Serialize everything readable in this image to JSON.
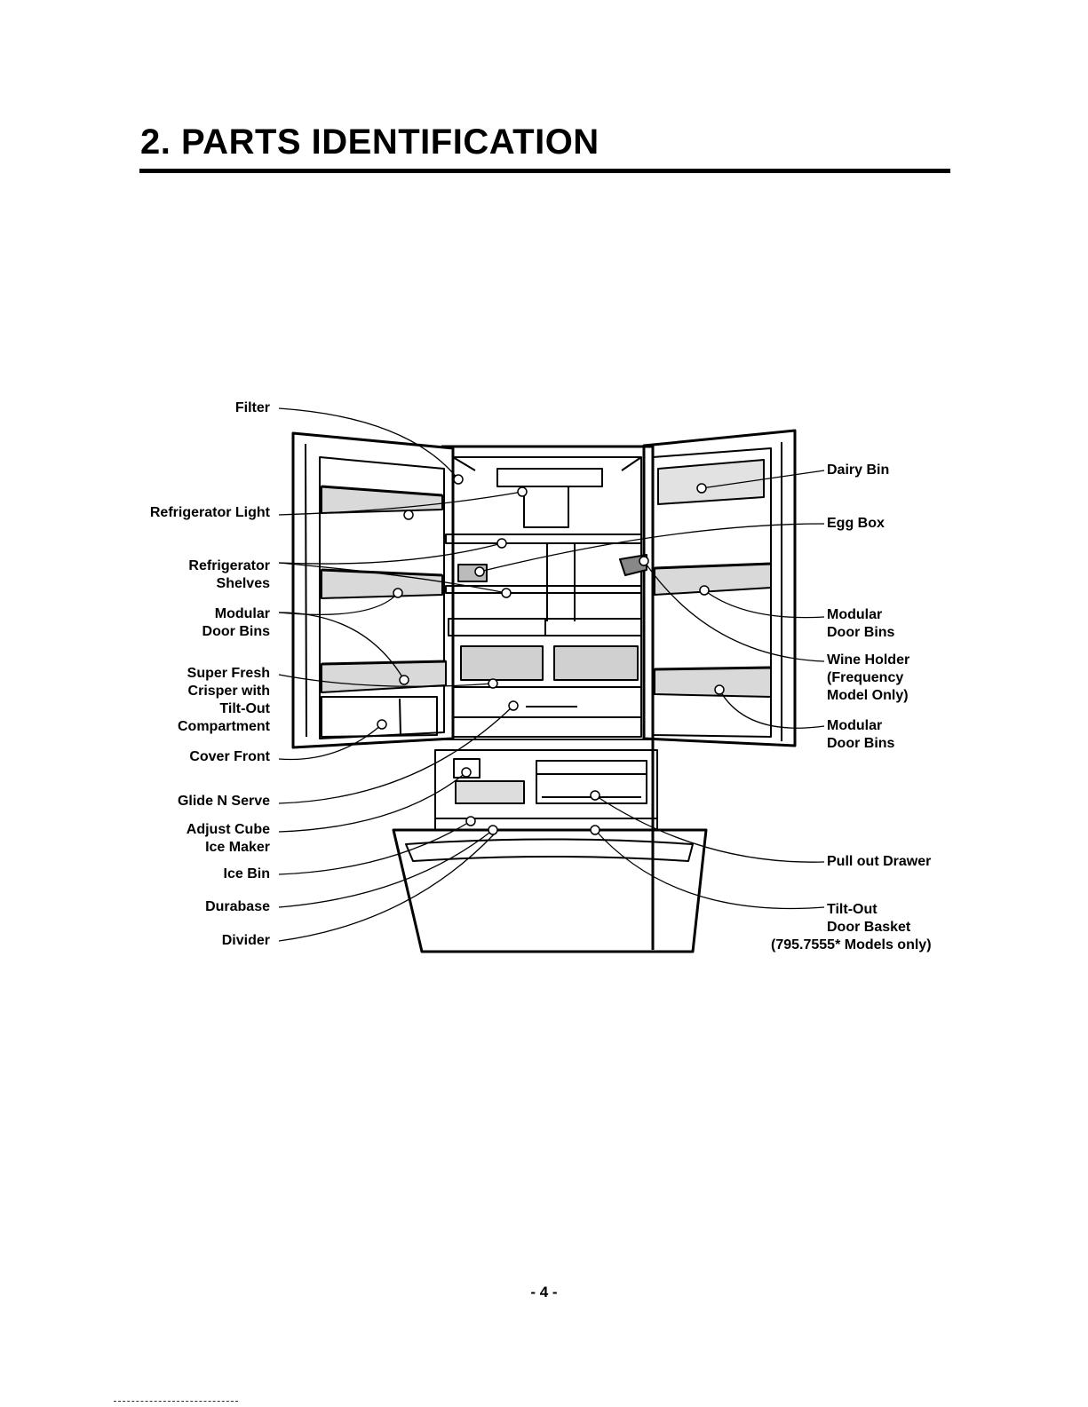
{
  "page": {
    "title": "2. PARTS IDENTIFICATION",
    "page_number": "- 4 -"
  },
  "labels_left": [
    {
      "id": "filter",
      "lines": [
        "Filter"
      ]
    },
    {
      "id": "refrigerator-light",
      "lines": [
        "Refrigerator Light"
      ]
    },
    {
      "id": "refrigerator-shelves",
      "lines": [
        "Refrigerator",
        "Shelves"
      ]
    },
    {
      "id": "modular-door-bins-left",
      "lines": [
        "Modular",
        "Door Bins"
      ]
    },
    {
      "id": "super-fresh-crisper",
      "lines": [
        "Super Fresh",
        "Crisper with",
        "Tilt-Out",
        "Compartment"
      ]
    },
    {
      "id": "cover-front",
      "lines": [
        "Cover Front"
      ]
    },
    {
      "id": "glide-n-serve",
      "lines": [
        "Glide N Serve"
      ]
    },
    {
      "id": "adjust-cube-ice-maker",
      "lines": [
        "Adjust Cube",
        "Ice Maker"
      ]
    },
    {
      "id": "ice-bin",
      "lines": [
        "Ice Bin"
      ]
    },
    {
      "id": "durabase",
      "lines": [
        "Durabase"
      ]
    },
    {
      "id": "divider",
      "lines": [
        "Divider"
      ]
    }
  ],
  "labels_right": [
    {
      "id": "dairy-bin",
      "lines": [
        "Dairy Bin"
      ]
    },
    {
      "id": "egg-box",
      "lines": [
        "Egg Box"
      ]
    },
    {
      "id": "modular-door-bins-right-upper",
      "lines": [
        "Modular",
        "Door Bins"
      ]
    },
    {
      "id": "wine-holder",
      "lines": [
        "Wine Holder",
        "(Frequency",
        "Model Only)"
      ]
    },
    {
      "id": "modular-door-bins-right-lower",
      "lines": [
        "Modular",
        "Door Bins"
      ]
    },
    {
      "id": "pull-out-drawer",
      "lines": [
        "Pull out Drawer"
      ]
    },
    {
      "id": "tilt-out-door-basket",
      "lines": [
        "Tilt-Out",
        "Door Basket",
        "(795.7555* Models only)"
      ]
    }
  ]
}
